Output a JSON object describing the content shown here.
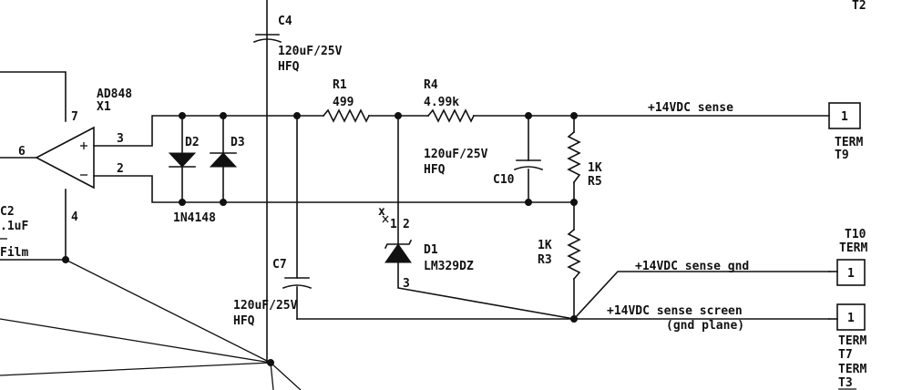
{
  "labels": {
    "c4_ref": "C4",
    "c4_value": "120uF/25V",
    "c4_type": "HFQ",
    "t2_label": "T2",
    "ad848_part": "AD848",
    "ad848_ref": "X1",
    "pin7": "7",
    "pin6": "6",
    "pin3": "3",
    "pin2": "2",
    "pin4": "4",
    "c2_ref": "C2",
    "c2_value": ".1uF",
    "c2_type": "Film",
    "d2_ref": "D2",
    "d3_ref": "D3",
    "diode_part": "1N4148",
    "r1_ref": "R1",
    "r1_value": "499",
    "r4_ref": "R4",
    "r4_value": "4.99k",
    "c10_value": "120uF/25V",
    "c10_type": "HFQ",
    "c10_ref": "C10",
    "r5_value": "1K",
    "r5_ref": "R5",
    "r3_value": "1K",
    "r3_ref": "R3",
    "d1_ref": "D1",
    "d1_part": "LM329DZ",
    "d1_pin_x": "x",
    "d1_pin1": "1",
    "d1_pin2": "2",
    "d1_pin3": "3",
    "c7_ref": "C7",
    "c7_value": "120uF/25V",
    "c7_type": "HFQ",
    "net_sense": "+14VDC sense",
    "net_sense_gnd": "+14VDC sense gnd",
    "net_sense_screen": "+14VDC sense screen",
    "net_gnd_plane": "(gnd plane)",
    "t9_pin": "1",
    "t9_term": "TERM",
    "t9_ref": "T9",
    "t10_ref": "T10",
    "t10_term": "TERM",
    "t10_pin": "1",
    "t7_pin": "1",
    "t7_term": "TERM",
    "t7_ref": "T7",
    "t3_term": "TERM",
    "t3_ref": "T3"
  }
}
